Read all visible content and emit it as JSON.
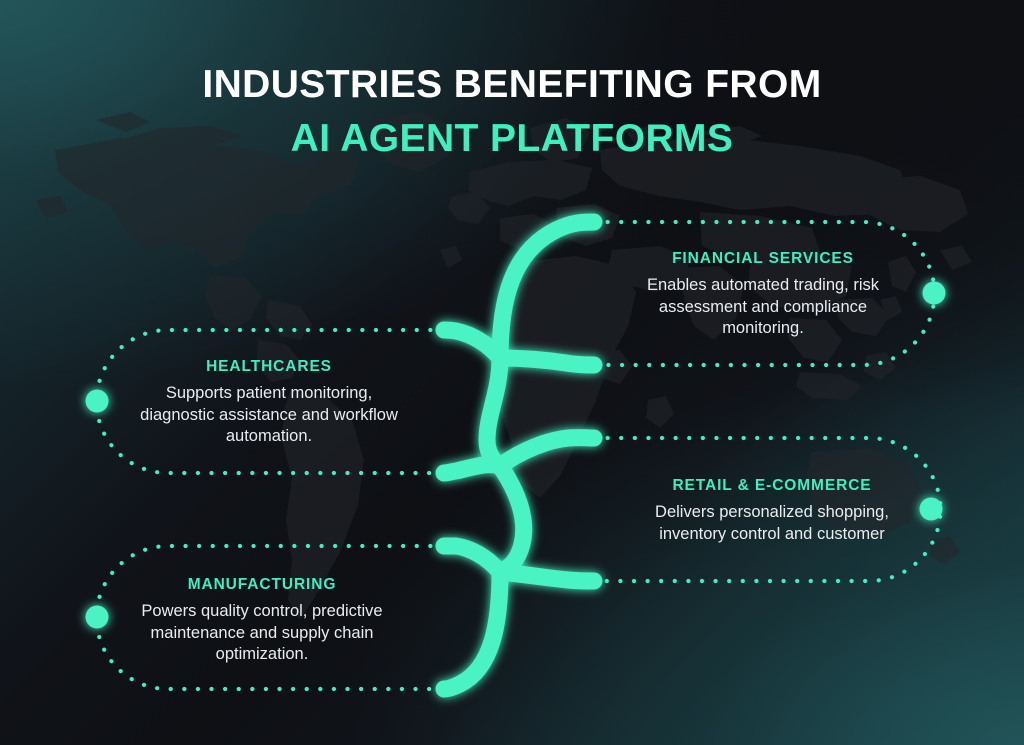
{
  "header": {
    "title_line_1": "INDUSTRIES BENEFITING FROM",
    "title_line_2": "AI AGENT PLATFORMS"
  },
  "theme": {
    "accent": "#3EF0C0",
    "title_color": "#FFFFFF",
    "body_text_color": "#E9EDEF",
    "background_dark": "#0E1014",
    "background_teal": "#1E4A50",
    "map_color": "#23262B"
  },
  "cards": [
    {
      "id": "financial-services",
      "title": "FINANCIAL SERVICES",
      "description": "Enables automated trading, risk assessment and compliance monitoring.",
      "side": "right"
    },
    {
      "id": "healthcares",
      "title": "HEALTHCARES",
      "description": "Supports patient monitoring, diagnostic assistance and workflow automation.",
      "side": "left"
    },
    {
      "id": "retail-e-commerce",
      "title": "RETAIL & E-COMMERCE",
      "description": "Delivers personalized shopping, inventory control and customer",
      "side": "right"
    },
    {
      "id": "manufacturing",
      "title": "MANUFACTURING",
      "description": "Powers quality control, predictive maintenance and supply chain optimization.",
      "side": "left"
    }
  ],
  "markers": [
    {
      "id": "marker-financial",
      "label": "financial-services-endpoint"
    },
    {
      "id": "marker-healthcare",
      "label": "healthcares-endpoint"
    },
    {
      "id": "marker-retail",
      "label": "retail-e-commerce-endpoint"
    },
    {
      "id": "marker-manufacturing",
      "label": "manufacturing-endpoint"
    }
  ]
}
